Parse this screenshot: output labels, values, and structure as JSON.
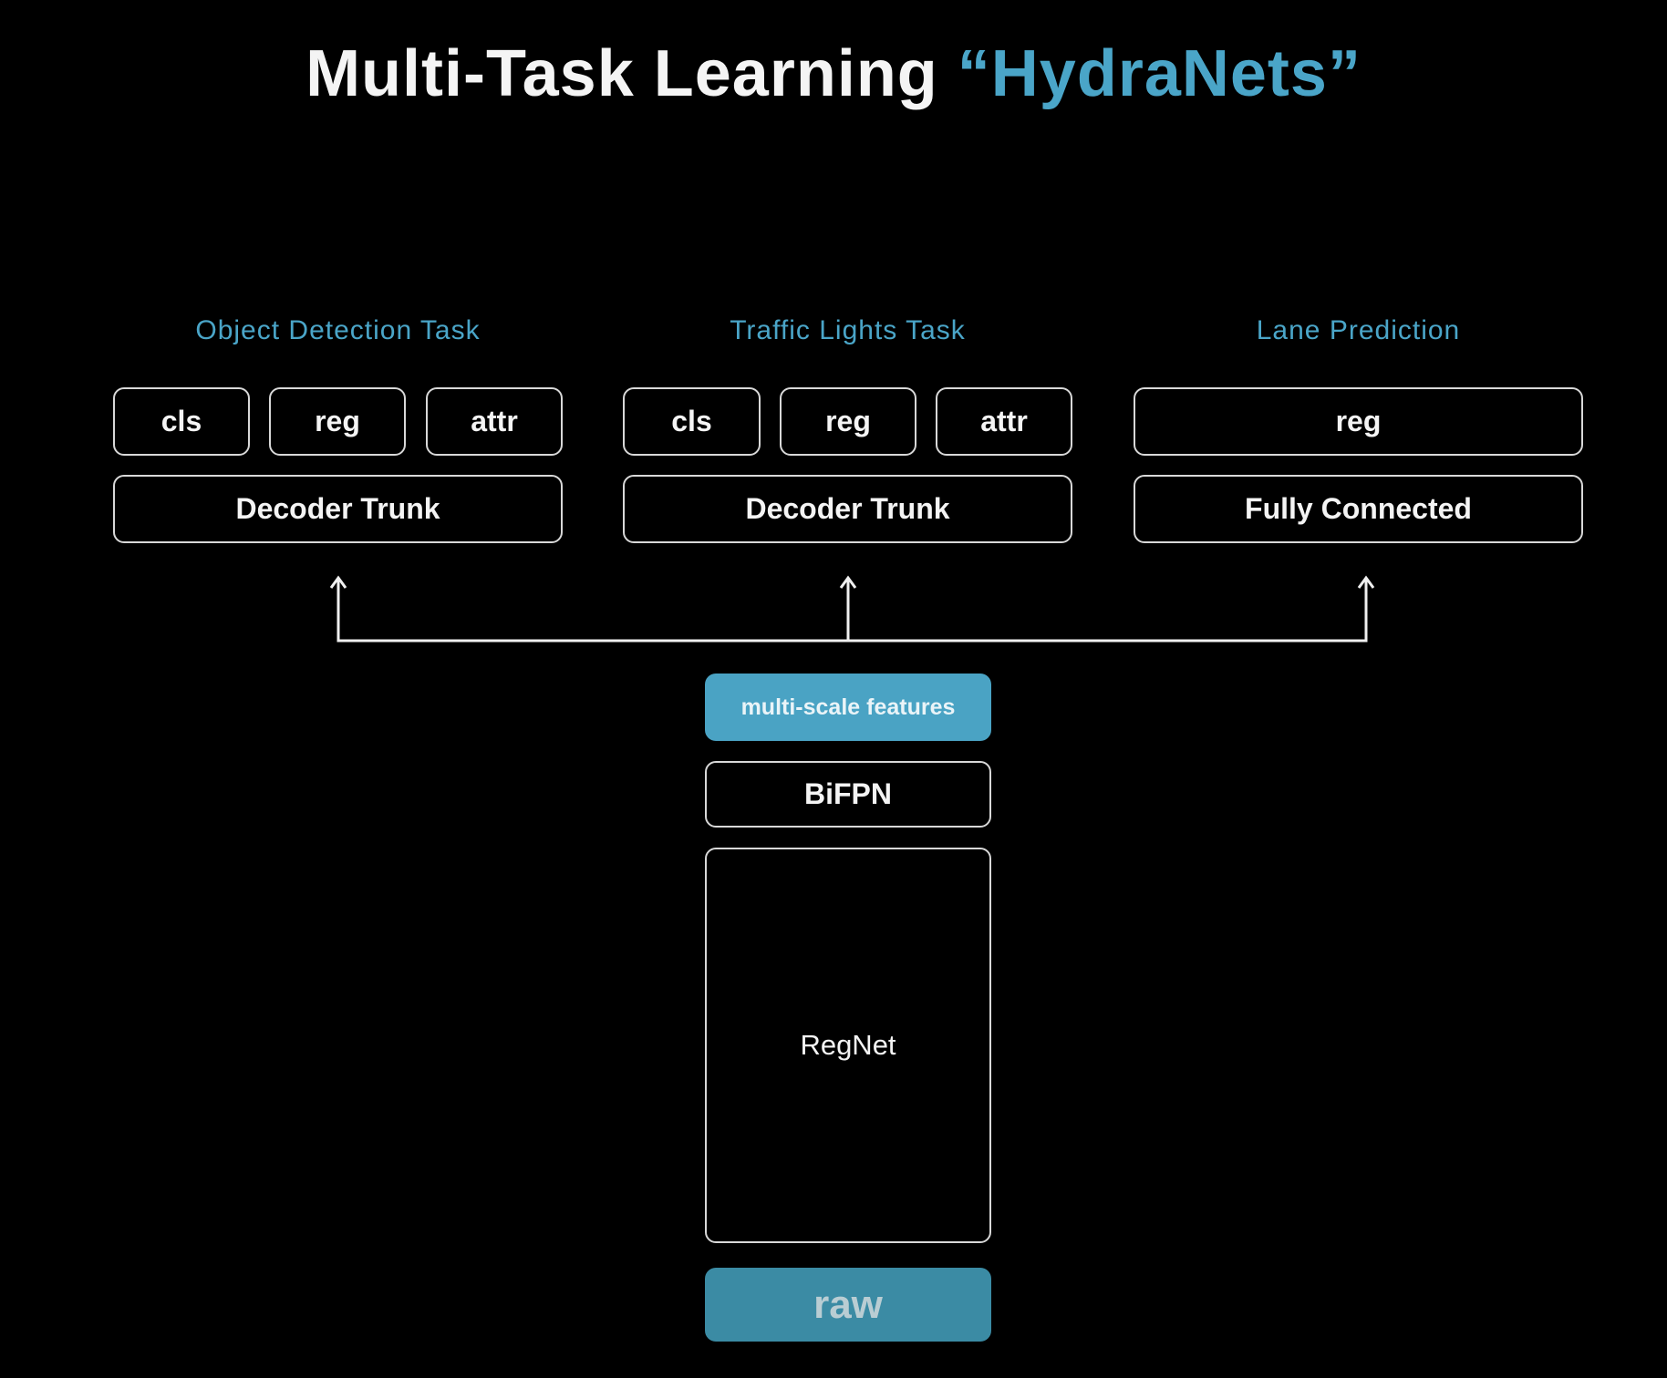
{
  "title": {
    "main": "Multi-Task Learning ",
    "accent": "“HydraNets”"
  },
  "tasks": [
    {
      "label": "Object Detection Task",
      "heads": [
        "cls",
        "reg",
        "attr"
      ],
      "trunk": "Decoder Trunk"
    },
    {
      "label": "Traffic Lights Task",
      "heads": [
        "cls",
        "reg",
        "attr"
      ],
      "trunk": "Decoder Trunk"
    },
    {
      "label": "Lane Prediction",
      "heads": [
        "reg"
      ],
      "trunk": "Fully Connected"
    }
  ],
  "backbone": {
    "features": "multi-scale features",
    "neck": "BiFPN",
    "body": "RegNet",
    "input": "raw"
  },
  "colors": {
    "accent": "#4aa5c8",
    "features_fill": "#4aa3c4",
    "raw_fill": "#3b8ba4",
    "background": "#000000"
  }
}
